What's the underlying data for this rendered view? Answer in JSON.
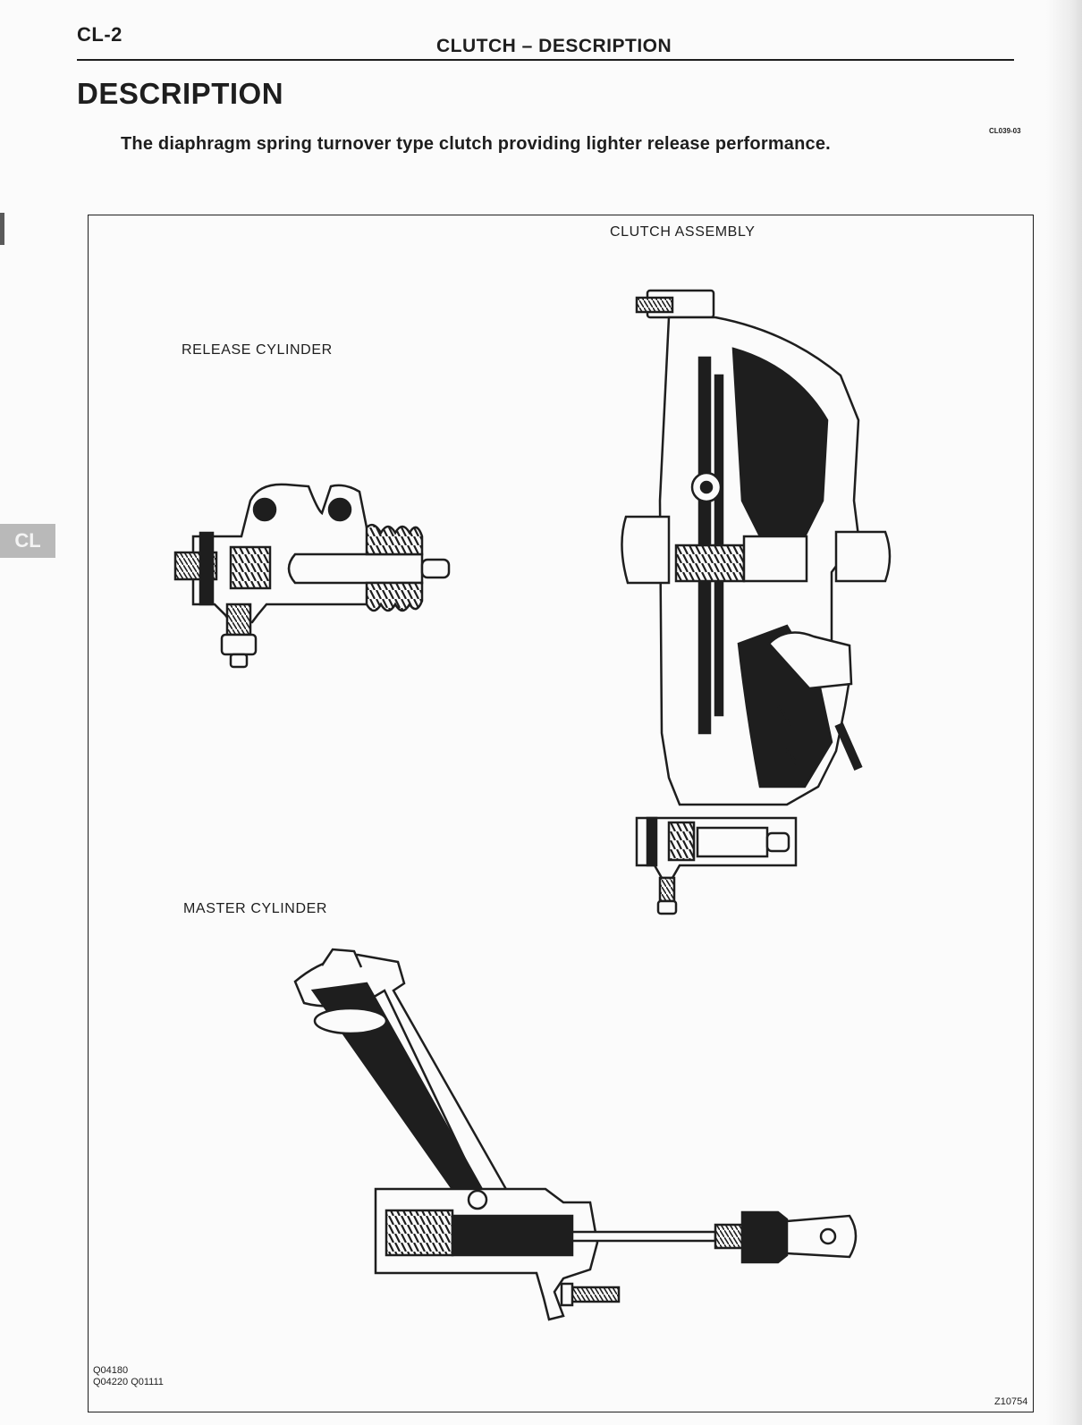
{
  "header": {
    "page_number": "CL-2",
    "running_head": "CLUTCH – DESCRIPTION"
  },
  "title": "DESCRIPTION",
  "doc_code": "CL039-03",
  "intro_text": "The diaphragm spring turnover type clutch providing lighter release performance.",
  "side_tab": "CL",
  "figure": {
    "labels": {
      "clutch_assembly": "CLUTCH ASSEMBLY",
      "release_cylinder": "RELEASE CYLINDER",
      "master_cylinder": "MASTER CYLINDER"
    },
    "codes_line1": "Q04180",
    "codes_line2": "Q04220 Q01111",
    "figure_id": "Z10754"
  },
  "colors": {
    "ink": "#1e1e1e",
    "paper": "#fbfbfb",
    "tab_gray": "#b9b9b9"
  },
  "icons": {
    "release_cylinder": "release-cylinder-cutaway-drawing",
    "clutch_assembly": "clutch-assembly-cutaway-drawing",
    "master_cylinder": "master-cylinder-cutaway-drawing"
  }
}
